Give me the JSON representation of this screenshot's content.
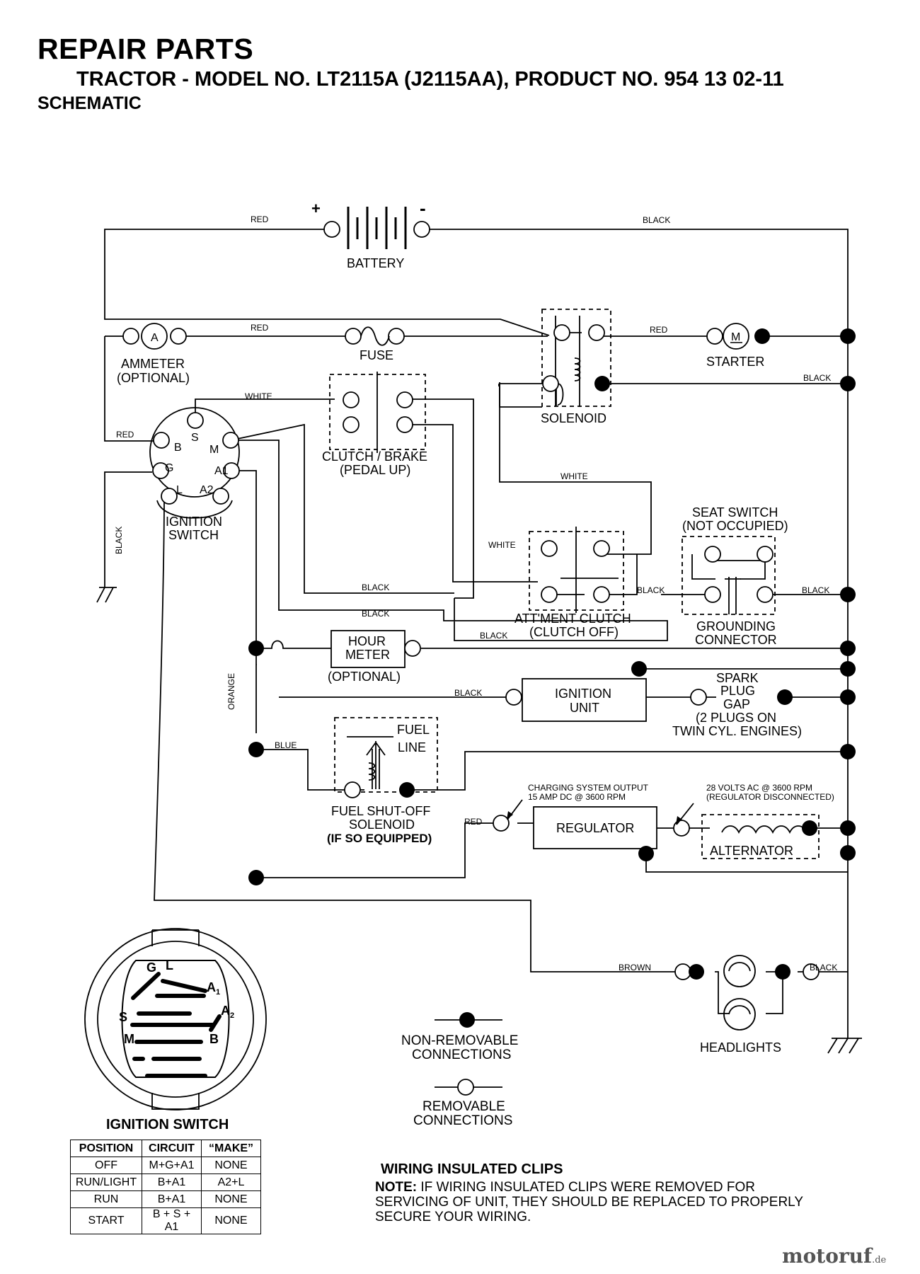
{
  "header": {
    "title": "REPAIR PARTS",
    "subtitle": "TRACTOR - MODEL NO. LT2115A (J2115AA), PRODUCT NO. 954 13 02-11",
    "section": "SCHEMATIC"
  },
  "components": {
    "battery": "BATTERY",
    "battery_plus": "+",
    "battery_minus": "-",
    "ammeter_symbol": "A",
    "ammeter_l1": "AMMETER",
    "ammeter_l2": "(OPTIONAL)",
    "fuse": "FUSE",
    "starter_symbol": "M",
    "starter": "STARTER",
    "solenoid": "SOLENOID",
    "ignition_switch_l1": "IGNITION",
    "ignition_switch_l2": "SWITCH",
    "clutch_brake_l1": "CLUTCH / BRAKE",
    "clutch_brake_l2": "(PEDAL UP)",
    "seat_switch_l1": "SEAT SWITCH",
    "seat_switch_l2": "(NOT OCCUPIED)",
    "attment_clutch_l1": "ATT'MENT CLUTCH",
    "attment_clutch_l2": "(CLUTCH OFF)",
    "grounding_l1": "GROUNDING",
    "grounding_l2": "CONNECTOR",
    "hour_meter_l1": "HOUR",
    "hour_meter_l2": "METER",
    "hour_meter_l3": "(OPTIONAL)",
    "ignition_unit_l1": "IGNITION",
    "ignition_unit_l2": "UNIT",
    "spark_l1": "SPARK",
    "spark_l2": "PLUG",
    "spark_l3": "GAP",
    "spark_l4": "(2 PLUGS ON",
    "spark_l5": "TWIN CYL. ENGINES)",
    "fuel_line_l1": "FUEL",
    "fuel_line_l2": "LINE",
    "fuel_sol_l1": "FUEL SHUT-OFF",
    "fuel_sol_l2": "SOLENOID",
    "fuel_sol_l3": "(IF SO EQUIPPED)",
    "regulator": "REGULATOR",
    "alternator": "ALTERNATOR",
    "charging_l1": "CHARGING SYSTEM OUTPUT",
    "charging_l2": "15 AMP DC @ 3600 RPM",
    "volts_l1": "28 VOLTS AC @ 3600 RPM",
    "volts_l2": "(REGULATOR DISCONNECTED)",
    "headlights": "HEADLIGHTS"
  },
  "terminals": {
    "B": "B",
    "S": "S",
    "M": "M",
    "G": "G",
    "L": "L",
    "A1": "A1",
    "A2": "A2"
  },
  "wire_colors": {
    "red": "RED",
    "black": "BLACK",
    "white": "WHITE",
    "orange": "ORANGE",
    "blue": "BLUE",
    "brown": "BROWN"
  },
  "switch_face": {
    "G": "G",
    "L": "L",
    "A": "A",
    "sub1": "1",
    "sub2": "2",
    "S": "S",
    "M": "M",
    "B": "B"
  },
  "legend": {
    "nonremovable_l1": "NON-REMOVABLE",
    "nonremovable_l2": "CONNECTIONS",
    "removable_l1": "REMOVABLE",
    "removable_l2": "CONNECTIONS"
  },
  "ignition_table": {
    "title": "IGNITION SWITCH",
    "headers": [
      "POSITION",
      "CIRCUIT",
      "“MAKE”"
    ],
    "rows": [
      [
        "OFF",
        "M+G+A1",
        "NONE"
      ],
      [
        "RUN/LIGHT",
        "B+A1",
        "A2+L"
      ],
      [
        "RUN",
        "B+A1",
        "NONE"
      ],
      [
        "START",
        "B + S + A1",
        "NONE"
      ]
    ]
  },
  "clips": {
    "title": "WIRING INSULATED CLIPS",
    "note_label": "NOTE:",
    "note_text": " IF WIRING INSULATED CLIPS WERE REMOVED FOR SERVICING OF UNIT, THEY SHOULD BE REPLACED TO PROPERLY SECURE YOUR WIRING."
  },
  "watermark": {
    "main": "motoruf",
    "tld": ".de"
  }
}
